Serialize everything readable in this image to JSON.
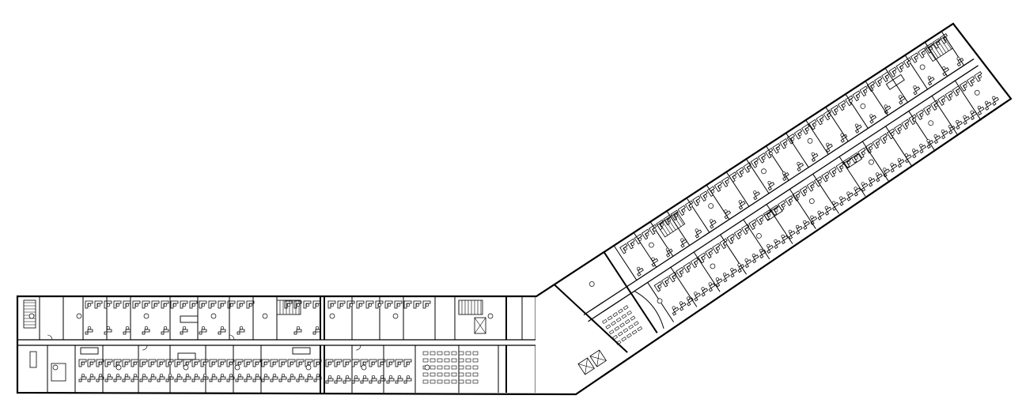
{
  "plan": {
    "type": "architectural floor plan",
    "wings": [
      "horizontal-wing",
      "angled-wing"
    ],
    "colors": {
      "background": "#ffffff",
      "line": "#000000"
    }
  }
}
